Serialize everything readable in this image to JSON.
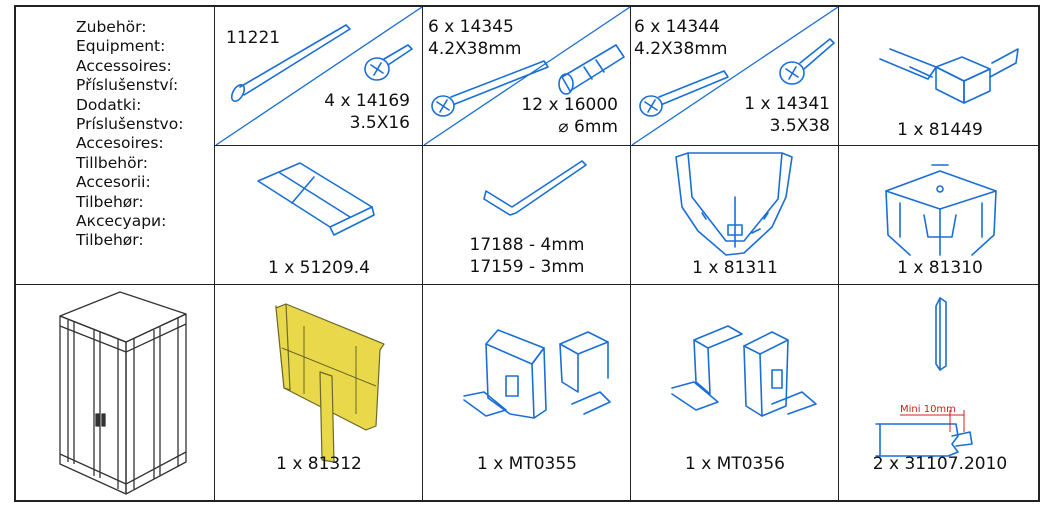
{
  "languages": [
    "Zubehör:",
    "Equipment:",
    "Accessoires:",
    "Příslušenství:",
    "Dodatki:",
    "Príslušenstvo:",
    "Accesoires:",
    "Tillbehör:",
    "Accesorii:",
    "Tilbehør:",
    "Аксесуари:",
    "Tilbehør:"
  ],
  "parts": {
    "c1": {
      "code_top": "11221",
      "qty_screw": "4 x 14169",
      "size_screw": "3.5X16"
    },
    "c2": {
      "code_top": "6 x 14345",
      "size_top": "4.2X38mm",
      "qty_plug": "12 x 16000",
      "size_plug": "⌀ 6mm"
    },
    "c3": {
      "code_top": "6 x 14344",
      "size_top": "4.2X38mm",
      "qty_screw": "1 x 14341",
      "size_screw": "3.5X38"
    },
    "c4": {
      "label": "1 x 81449"
    },
    "c5": {
      "label": "1 x 51209.4"
    },
    "c6": {
      "line1": "17188 - 4mm",
      "line2": "17159 - 3mm"
    },
    "c7": {
      "label": "1 x 81311"
    },
    "c8": {
      "label": "1 x 81310"
    },
    "c9": {
      "label": "1 x 81312"
    },
    "c10": {
      "label": "1 x MT0355"
    },
    "c11": {
      "label": "1 x MT0356"
    },
    "c12": {
      "label": "2 x 31107.2010",
      "mini_note": "Mini 10mm"
    }
  },
  "colors": {
    "line_art": "#1a6fd6",
    "highlight": "#e8d84a",
    "note_red": "#d41c1c"
  }
}
